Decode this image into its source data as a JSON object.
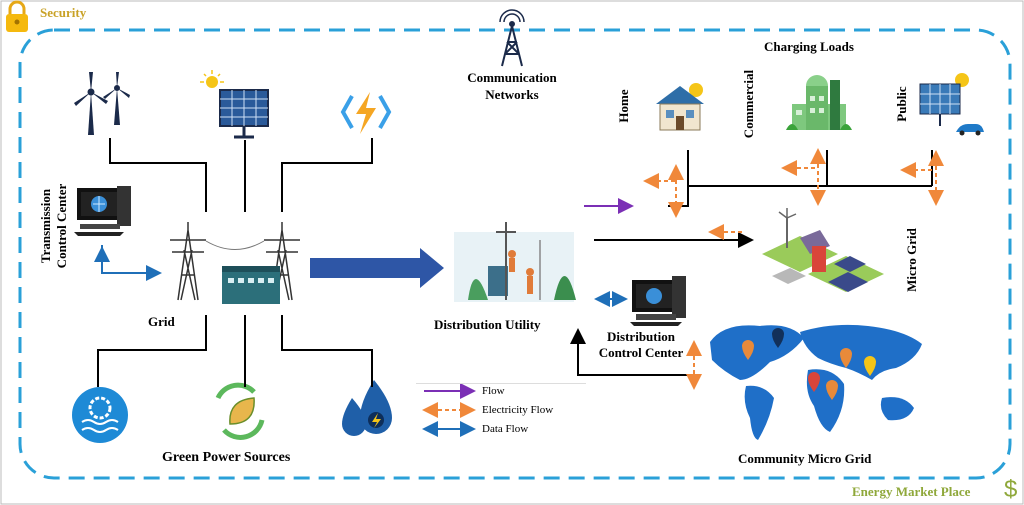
{
  "labels": {
    "security": "Security",
    "energy_market": "Energy Market Place",
    "communication": "Communication\nNetworks",
    "communication_l1": "Communication",
    "communication_l2": "Networks",
    "charging_loads": "Charging Loads",
    "home": "Home",
    "commercial": "Commercial",
    "public": "Public",
    "transmission_l1": "Transmission",
    "transmission_l2": "Control Center",
    "grid": "Grid",
    "green_power": "Green Power Sources",
    "distribution_utility": "Distribution Utility",
    "distribution_cc_l1": "Distribution",
    "distribution_cc_l2": "Control Center",
    "micro_grid": "Micro Grid",
    "community_micro_grid": "Community Micro Grid"
  },
  "legend": [
    {
      "label": "Flow",
      "color": "#7b2fb5"
    },
    {
      "label": "Electricity Flow",
      "color": "#f0883a"
    },
    {
      "label": "Data Flow",
      "color": "#1f6fb8"
    }
  ],
  "colors": {
    "border_dash": "#2aa0d8",
    "big_arrow": "#2e56a6",
    "flow": "#7b2fb5",
    "electricity": "#f0883a",
    "data": "#1f6fb8",
    "security_gold": "#c9a227",
    "market_green": "#8fa83a"
  },
  "icons": [
    "lock-icon",
    "dollar-icon",
    "wind-turbine-icon",
    "solar-panel-icon",
    "lightning-icon",
    "tower-icon",
    "computer-icon",
    "pylon-icon",
    "substation-icon",
    "hydro-icon",
    "recycle-leaf-icon",
    "water-drop-icon",
    "house-icon",
    "commercial-building-icon",
    "public-solar-icon",
    "utility-worker-icon",
    "microgrid-icon",
    "world-map-icon"
  ]
}
